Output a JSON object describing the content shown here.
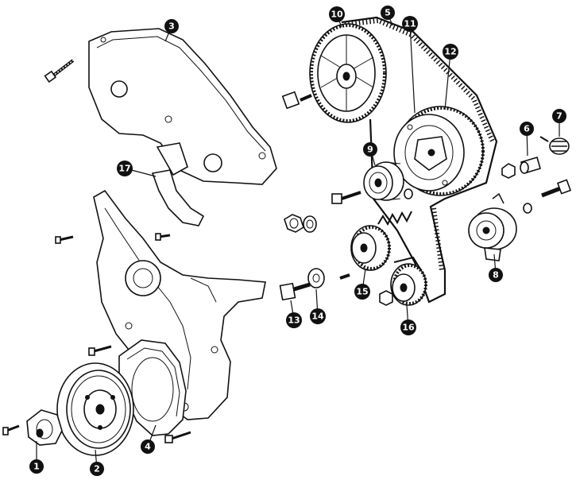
{
  "diagram": {
    "callouts": [
      {
        "id": "1",
        "label": "1"
      },
      {
        "id": "2",
        "label": "2"
      },
      {
        "id": "3",
        "label": "3"
      },
      {
        "id": "4",
        "label": "4"
      },
      {
        "id": "5",
        "label": "5"
      },
      {
        "id": "6",
        "label": "6"
      },
      {
        "id": "7",
        "label": "7"
      },
      {
        "id": "8",
        "label": "8"
      },
      {
        "id": "9",
        "label": "9"
      },
      {
        "id": "10",
        "label": "10"
      },
      {
        "id": "11",
        "label": "11"
      },
      {
        "id": "12",
        "label": "12"
      },
      {
        "id": "13",
        "label": "13"
      },
      {
        "id": "14",
        "label": "14"
      },
      {
        "id": "15",
        "label": "15"
      },
      {
        "id": "16",
        "label": "16"
      },
      {
        "id": "17",
        "label": "17"
      }
    ]
  }
}
